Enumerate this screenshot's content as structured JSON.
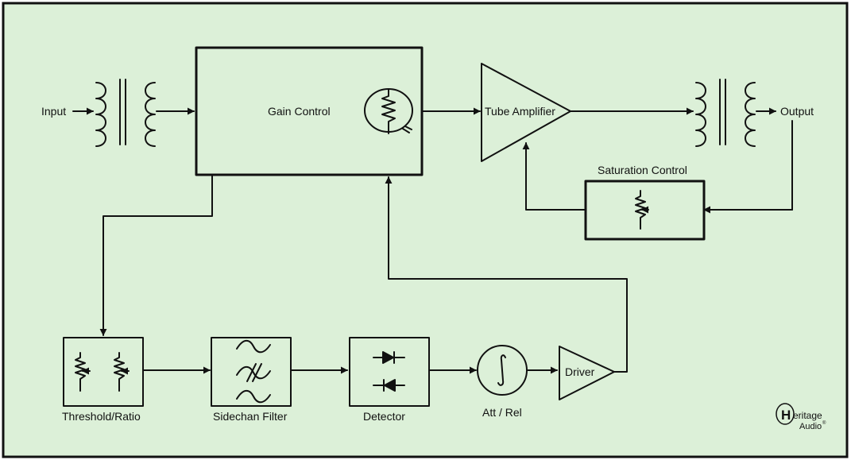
{
  "colors": {
    "background": "#dcf0d8",
    "ink": "#111111",
    "frame": "#111111"
  },
  "blocks": {
    "input": "Input",
    "output": "Output",
    "gain_control": "Gain Control",
    "tube_amplifier": "Tube Amplifier",
    "saturation_control": "Saturation Control",
    "threshold_ratio": "Threshold/Ratio",
    "sidechain_filter": "Sidechan Filter",
    "detector": "Detector",
    "att_rel": "Att / Rel",
    "driver": "Driver"
  },
  "logo": {
    "initial": "H",
    "line1": "eritage",
    "line2": "Audio",
    "mark": "®",
    "icon": "heritage-audio-logo-icon"
  }
}
